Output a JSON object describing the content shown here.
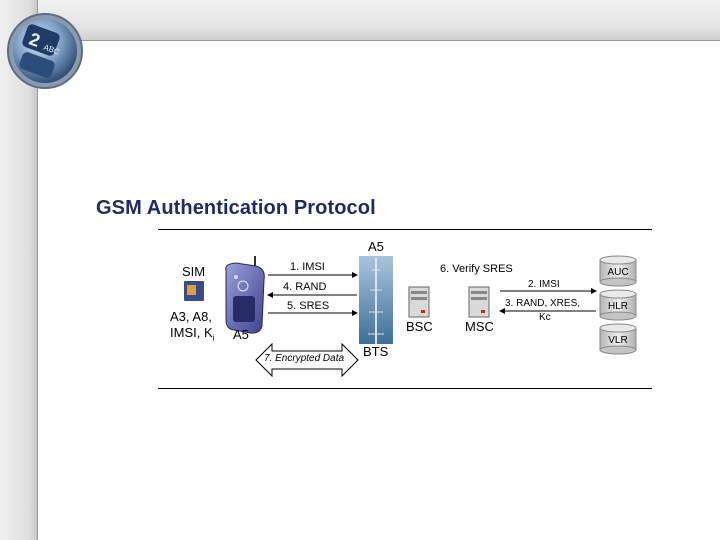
{
  "slide": {
    "title": "GSM Authentication Protocol"
  },
  "diagram": {
    "sim": "SIM",
    "phone_alg_lines": [
      "A3, A8,",
      "IMSI, K"
    ],
    "phone_alg_sub": "i",
    "phone_a5": "A5",
    "bts_a5": "A5",
    "bts": "BTS",
    "bsc": "BSC",
    "msc": "MSC",
    "messages": {
      "m1": "1. IMSI",
      "m4": "4.  RAND",
      "m5": "5. SRES",
      "m6": "6. Verify SRES",
      "m2": "2. IMSI",
      "m3_line1": "3. RAND, XRES,",
      "m3_line2": "Kc",
      "m7": "7. Encrypted Data"
    },
    "databases": [
      "AUC",
      "HLR",
      "VLR"
    ]
  },
  "colors": {
    "title": "#1f2a6b",
    "phone": "#5a5fa8",
    "tower_sky": "#5f8fb5",
    "db": "#cfcfcf"
  }
}
